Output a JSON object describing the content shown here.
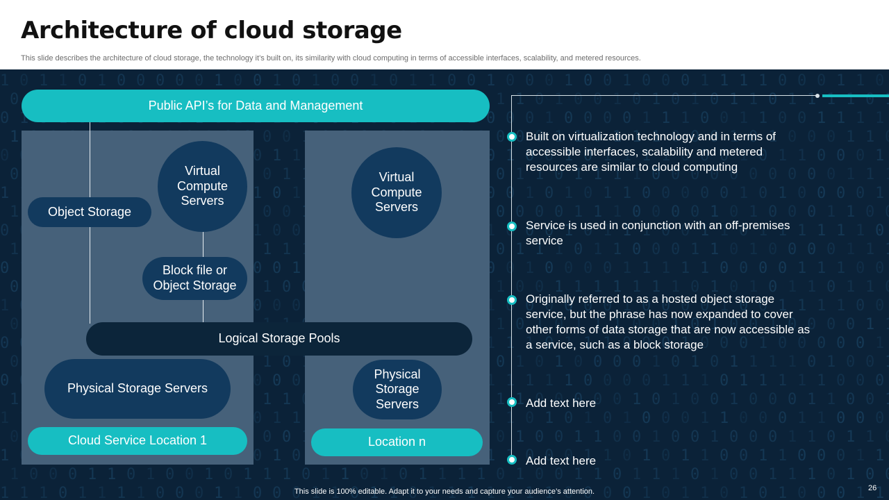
{
  "header": {
    "title": "Architecture of cloud storage",
    "subtitle": "This slide describes the architecture of cloud storage, the technology it’s built on, its similarity with cloud computing in terms of accessible interfaces, scalability, and metered resources."
  },
  "diagram": {
    "api_bar": "Public API’s for Data and Management",
    "left": {
      "object_storage": "Object Storage",
      "virtual_compute": "Virtual Compute Servers",
      "block_file": "Block file or Object Storage",
      "physical_storage": "Physical Storage Servers",
      "location": "Cloud Service Location 1"
    },
    "right": {
      "virtual_compute": "Virtual Compute Servers",
      "physical_storage": "Physical Storage Servers",
      "location": "Location n"
    },
    "logical_pools": "Logical Storage Pools"
  },
  "points": [
    "Built on virtualization technology and in terms of accessible interfaces, scalability and metered resources are similar to cloud computing",
    "Service is used in conjunction with an off-premises service",
    "Originally referred to as a hosted object storage service, but the phrase has now expanded to cover other forms of data storage that are now accessible as a service, such as a block storage",
    "Add text here",
    "Add text here"
  ],
  "footer": {
    "note": "This slide is 100% editable. Adapt it to your needs and capture your audience’s attention.",
    "page_number": "26"
  },
  "colors": {
    "teal": "#17bec2",
    "navy": "#123a5e",
    "background": "#0b2238",
    "panel": "#46617a"
  }
}
